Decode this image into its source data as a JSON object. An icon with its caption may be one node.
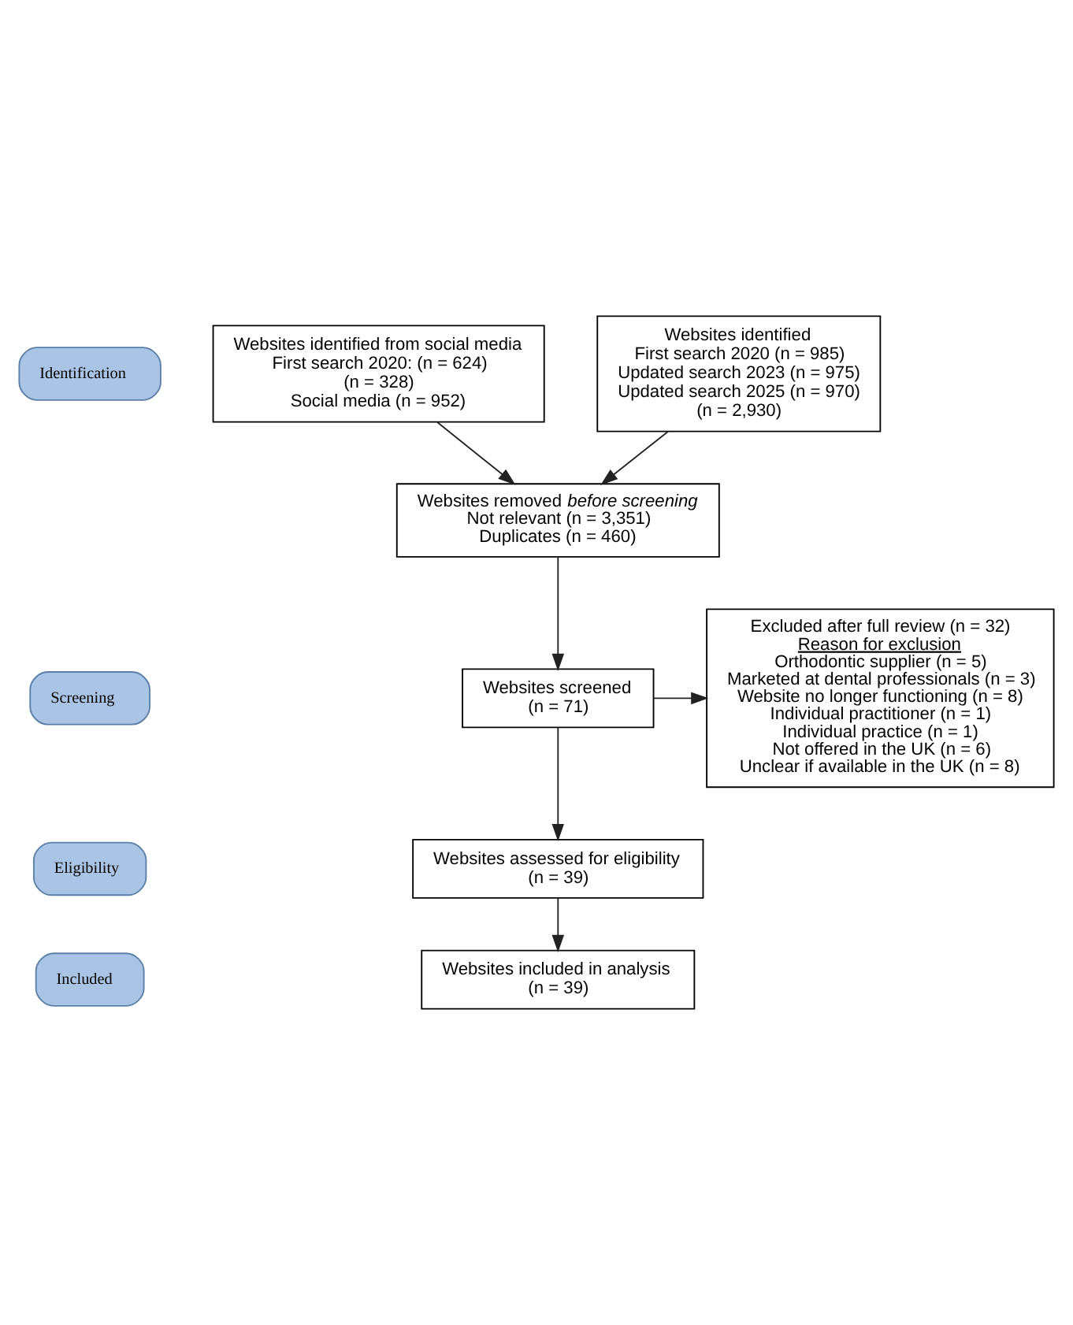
{
  "diagram": {
    "nodes": [
      {
        "text": [
          "Identification"
        ]
      },
      {
        "text": [
          "Websites identified from social media",
          "First search 2020: (n = 624)",
          "(n = 328)",
          "Social media (n = 952)"
        ]
      },
      {
        "text": [
          "Websites identified",
          "First search 2020 (n = 985)",
          "Updated search 2023 (n = 975)",
          "Updated search 2025 (n = 970)",
          "(n = 2,930)"
        ]
      },
      {
        "text": [
          "Websites removed *before screening*",
          "Not relevant (n = 3,351)",
          "Duplicates (n = 460)"
        ]
      },
      {
        "text": [
          "Screening"
        ]
      },
      {
        "text": [
          "Websites screened",
          "(n = 71)"
        ]
      },
      {
        "text": [
          "Excluded after full review (n = 32)",
          "Reason for exclusion",
          "Orthodontic supplier (n = 5)",
          "Marketed at dental professionals (n = 3)",
          "Website no longer functioning (n = 8)",
          "Individual practitioner (n = 1)",
          "Individual practice (n = 1)",
          "Not offered in the UK (n = 6)",
          "Unclear if available in the UK (n = 8)"
        ]
      },
      {
        "text": [
          "Eligibility"
        ]
      },
      {
        "text": [
          "Websites assessed for eligibility",
          "(n = 39)"
        ]
      },
      {
        "text": [
          "Included"
        ]
      },
      {
        "text": [
          "Websites included in analysis",
          "(n = 39)"
        ]
      }
    ],
    "edges": [
      {
        "from": 1,
        "to": 3,
        "arrow": "to"
      },
      {
        "from": 2,
        "to": 3,
        "arrow": "to"
      },
      {
        "from": 3,
        "to": 5,
        "arrow": "to"
      },
      {
        "from": 5,
        "to": 6,
        "arrow": "to"
      },
      {
        "from": 5,
        "to": 8,
        "arrow": "to"
      },
      {
        "from": 8,
        "to": 10,
        "arrow": "to"
      }
    ]
  }
}
